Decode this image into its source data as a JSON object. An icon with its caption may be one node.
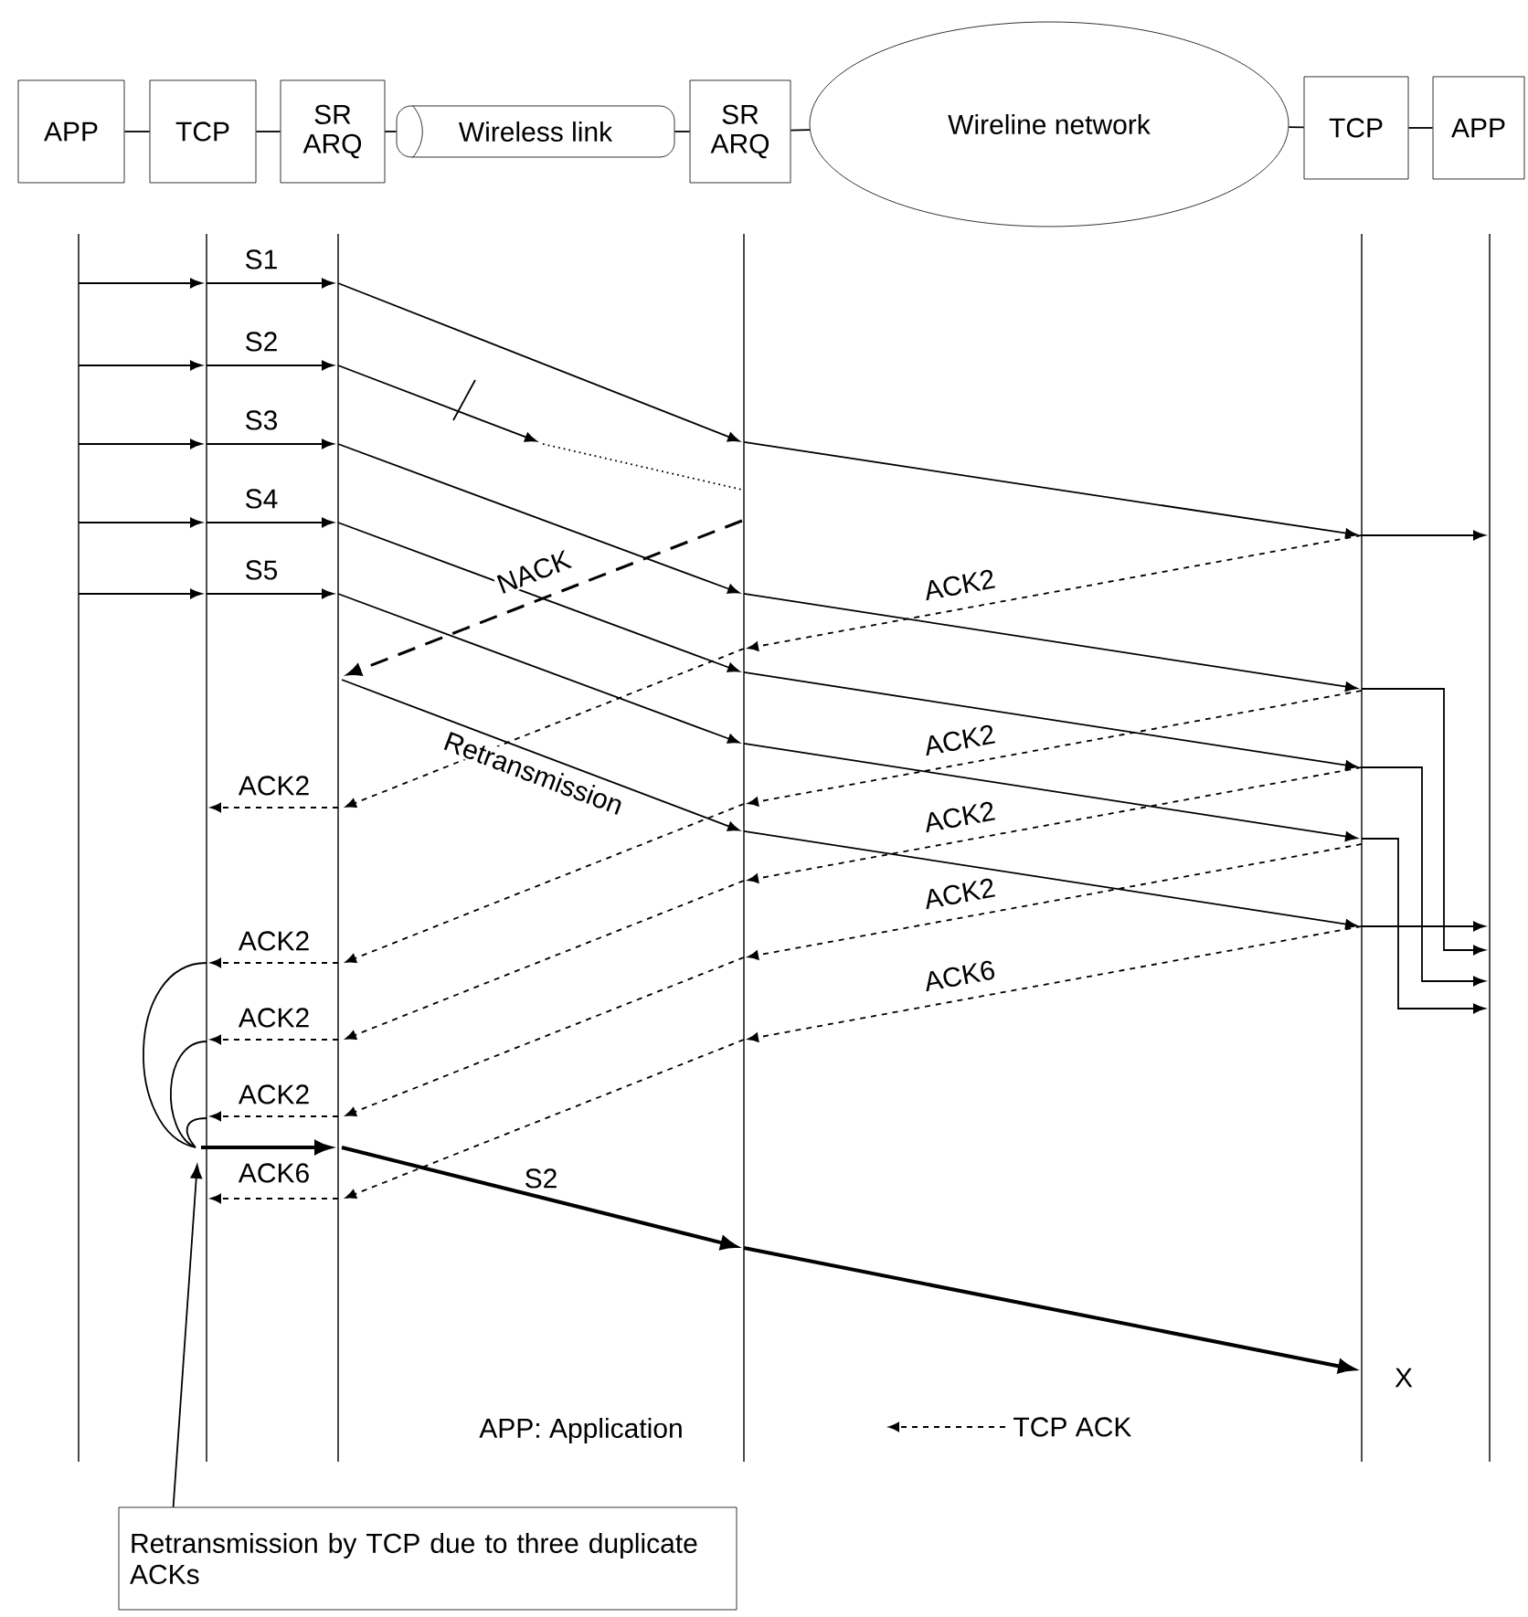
{
  "diagram": {
    "nodes": [
      {
        "text": [
          "APP"
        ]
      },
      {
        "text": [
          "TCP"
        ]
      },
      {
        "text": [
          "SR ARQ"
        ]
      },
      {
        "text": [
          "Wireless link"
        ]
      },
      {
        "text": [
          "SR ARQ"
        ]
      },
      {
        "text": [
          "Wireline network"
        ]
      },
      {
        "text": [
          "TCP"
        ]
      },
      {
        "text": [
          "APP"
        ]
      },
      {
        "text": [
          "Retransmission by TCP due to three duplicate ACKs"
        ]
      }
    ],
    "edges": [
      {
        "from": 0,
        "to": 1,
        "arrow": "none"
      },
      {
        "from": 1,
        "to": 2,
        "arrow": "none"
      },
      {
        "from": 2,
        "to": 3,
        "arrow": "none"
      },
      {
        "from": 3,
        "to": 4,
        "arrow": "none"
      },
      {
        "from": 4,
        "to": 5,
        "arrow": "none"
      },
      {
        "from": 5,
        "to": 6,
        "arrow": "none"
      },
      {
        "from": 6,
        "to": 7,
        "arrow": "none"
      },
      {
        "from": 8,
        "to": null,
        "arrow": "to"
      }
    ],
    "labels": [
      "S1",
      "S2",
      "S3",
      "S4",
      "S5",
      "NACK",
      "ACK2",
      "ACK2",
      "Retransmission",
      "ACK2",
      "ACK2",
      "ACK2",
      "ACK6",
      "ACK2",
      "ACK2",
      "ACK2",
      "ACK6",
      "S2",
      "X",
      "APP: Application"
    ],
    "legend": [
      {
        "text": "TCP ACK"
      }
    ]
  }
}
